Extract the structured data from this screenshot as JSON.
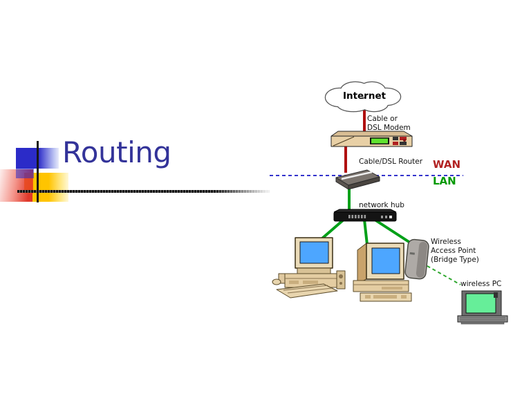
{
  "slide": {
    "title": "Routing"
  },
  "palette": {
    "title_text": "#333399",
    "wan_text": "#B22222",
    "lan_text": "#009900",
    "wan_link_line": "#B01010",
    "lan_link_line": "#00A018",
    "wan_lan_boundary_dashed": "#3333CC",
    "wireless_link_dashed": "#2FA82F",
    "decor_blue": "#2B2BC8",
    "decor_red": "#E0392B",
    "decor_yellow": "#FFC400",
    "pc_screen": "#4DA6FF",
    "laptop_screen": "#66EE99",
    "modem_screen": "#5FE22E"
  },
  "diagram": {
    "internet_label": "Internet",
    "modem_label": "Cable or\nDSL Modem",
    "router_label": "Cable/DSL Router",
    "wan_label": "WAN",
    "lan_label": "LAN",
    "hub_label": "network hub",
    "access_point_label": "Wireless\nAccess Point\n(Bridge Type)",
    "wireless_pc_label": "wireless PC"
  }
}
